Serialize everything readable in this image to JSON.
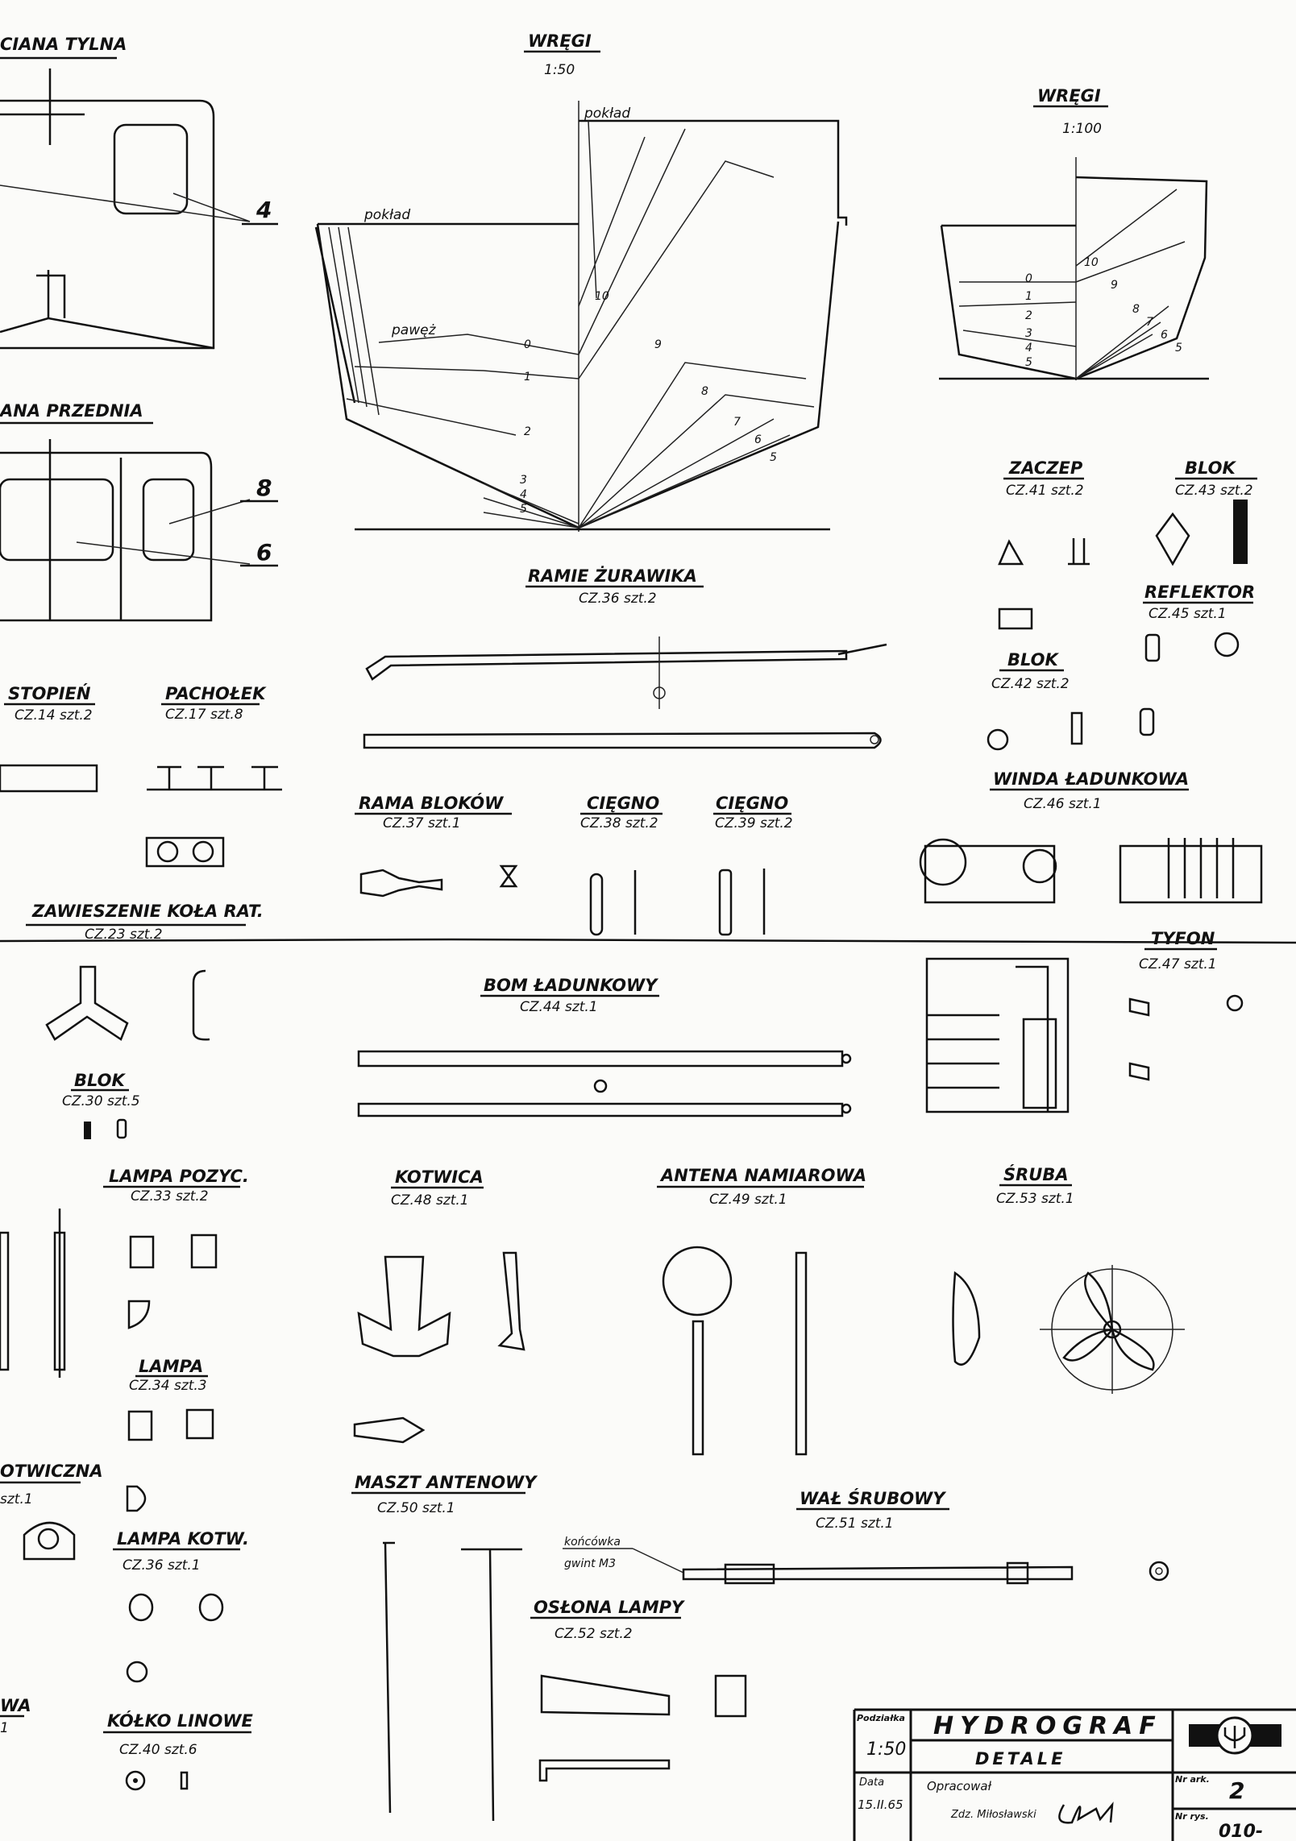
{
  "views": {
    "sciana_tylna": {
      "title": "CIANA TYLNA",
      "callout": "4"
    },
    "sciana_przednia": {
      "title": "ANA PRZEDNIA",
      "callouts": [
        "8",
        "6"
      ]
    },
    "wregi_50": {
      "title": "WRĘGI",
      "scale": "1:50",
      "deck_label_1": "pokład",
      "deck_label_2": "pokład",
      "transom_label": "pawęż",
      "frames_left": [
        "0",
        "1",
        "2",
        "3",
        "4",
        "5"
      ],
      "frames_right": [
        "10",
        "9",
        "8",
        "7",
        "6",
        "5"
      ]
    },
    "wregi_100": {
      "title": "WRĘGI",
      "scale": "1:100",
      "frames_left": [
        "0",
        "1",
        "2",
        "3",
        "4",
        "5"
      ],
      "frames_right": [
        "10",
        "9",
        "8",
        "7",
        "6",
        "5"
      ]
    }
  },
  "parts": [
    {
      "name": "RAMIE ŻURAWIKA",
      "spec": "CZ.36 szt.2"
    },
    {
      "name": "ZACZEP",
      "spec": "CZ.41 szt.2"
    },
    {
      "name": "BLOK",
      "spec": "CZ.43 szt.2"
    },
    {
      "name": "REFLEKTOR",
      "spec": "CZ.45 szt.1"
    },
    {
      "name": "BLOK",
      "spec": "CZ.42 szt.2"
    },
    {
      "name": "WINDA ŁADUNKOWA",
      "spec": "CZ.46 szt.1"
    },
    {
      "name": "STOPIEŃ",
      "spec": "CZ.14 szt.2"
    },
    {
      "name": "PACHOŁEK",
      "spec": "CZ.17 szt.8"
    },
    {
      "name": "RAMA BLOKÓW",
      "spec": "CZ.37 szt.1"
    },
    {
      "name": "CIĘGNO",
      "spec": "CZ.38 szt.2"
    },
    {
      "name": "CIĘGNO",
      "spec": "CZ.39 szt.2"
    },
    {
      "name": "ZAWIESZENIE KOŁA RAT.",
      "spec": "CZ.23 szt.2"
    },
    {
      "name": "TYFON",
      "spec": "CZ.47 szt.1"
    },
    {
      "name": "BOM ŁADUNKOWY",
      "spec": "CZ.44 szt.1"
    },
    {
      "name": "BLOK",
      "spec": "CZ.30 szt.5"
    },
    {
      "name": "LAMPA POZYC.",
      "spec": "CZ.33 szt.2"
    },
    {
      "name": "KOTWICA",
      "spec": "CZ.48 szt.1"
    },
    {
      "name": "ANTENA NAMIAROWA",
      "spec": "CZ.49 szt.1"
    },
    {
      "name": "ŚRUBA",
      "spec": "CZ.53 szt.1"
    },
    {
      "name": "LAMPA",
      "spec": "CZ.34 szt.3"
    },
    {
      "name": "OTWICZNA",
      "spec": "szt.1"
    },
    {
      "name": "MASZT ANTENOWY",
      "spec": "CZ.50 szt.1"
    },
    {
      "name": "WAŁ ŚRUBOWY",
      "spec": "CZ.51 szt.1"
    },
    {
      "name": "LAMPA KOTW.",
      "spec": "CZ.36 szt.1"
    },
    {
      "name": "OSŁONA LAMPY",
      "spec": "CZ.52 szt.2"
    },
    {
      "name": "KÓŁKO LINOWE",
      "spec": "CZ.40 szt.6"
    },
    {
      "name": "WA",
      "spec": "1"
    }
  ],
  "annotations": {
    "koncowka": "końcówka",
    "gwint": "gwint M3"
  },
  "title_block": {
    "scale_label": "Podziałka",
    "scale": "1:50",
    "title": "HYDROGRAF",
    "subtitle": "DETALE",
    "date_label": "Data",
    "date": "15.II.65",
    "author_label": "Opracował",
    "author": "Zdz. Miłosławski",
    "sheet_label": "Nr ark.",
    "sheet": "2",
    "drawing_label": "Nr rys.",
    "drawing": "010-"
  }
}
